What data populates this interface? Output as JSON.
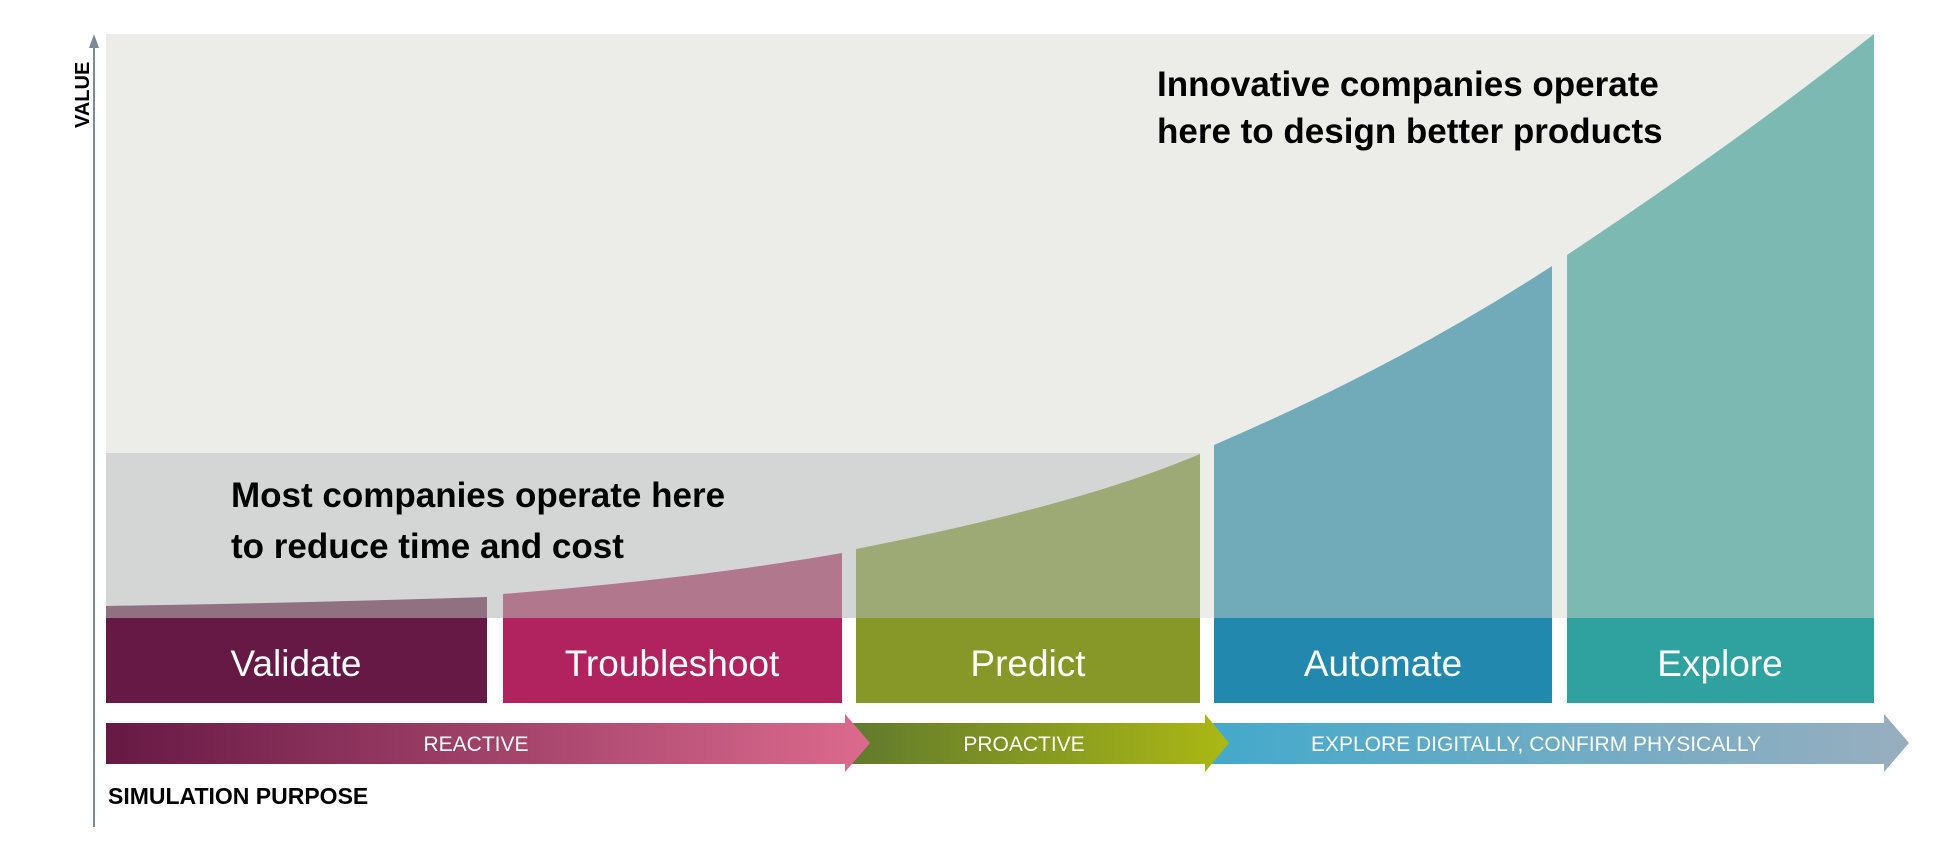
{
  "axes": {
    "y_label": "VALUE",
    "x_label": "SIMULATION PURPOSE"
  },
  "annotations": {
    "innovative_line1": "Innovative companies operate",
    "innovative_line2": "here to design better products",
    "most_line1": "Most companies operate here",
    "most_line2": "to reduce time and cost"
  },
  "stages": [
    {
      "label": "Validate",
      "color": "#661944"
    },
    {
      "label": "Troubleshoot",
      "color": "#b0235f"
    },
    {
      "label": "Predict",
      "color": "#879829"
    },
    {
      "label": "Automate",
      "color": "#2388ad"
    },
    {
      "label": "Explore",
      "color": "#2fa19f"
    }
  ],
  "phases": [
    {
      "label": "REACTIVE"
    },
    {
      "label": "PROACTIVE"
    },
    {
      "label": "EXPLORE DIGITALLY, CONFIRM PHYSICALLY"
    }
  ]
}
